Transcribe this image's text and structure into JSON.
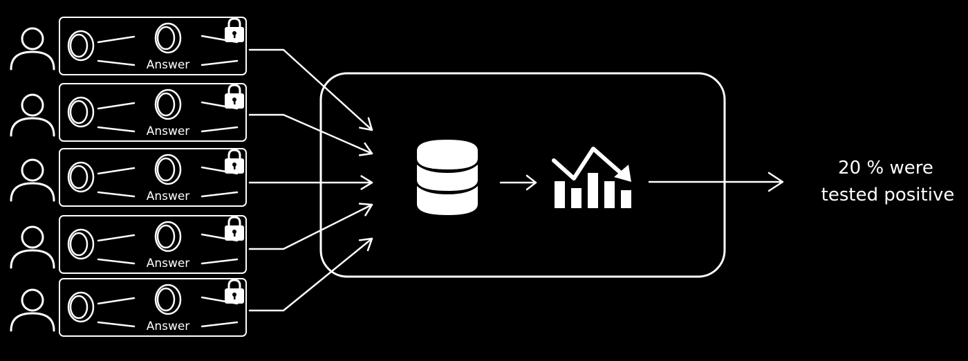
{
  "participants": [
    {
      "answer_label": "Answer"
    },
    {
      "answer_label": "Answer"
    },
    {
      "answer_label": "Answer"
    },
    {
      "answer_label": "Answer"
    },
    {
      "answer_label": "Answer"
    }
  ],
  "result": {
    "line1": "20 % were",
    "line2": "tested positive"
  },
  "colors": {
    "background": "#000000",
    "foreground": "#ffffff"
  },
  "icons": {
    "participant": "person-icon",
    "coin": "coin-icon",
    "lock": "lock-icon",
    "storage": "database-icon",
    "analysis": "bar-chart-trend-down-icon"
  }
}
